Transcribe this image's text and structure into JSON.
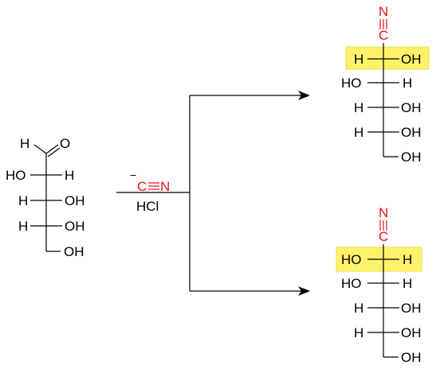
{
  "colors": {
    "nitrile": "#e8121c",
    "highlight": "#fff26a",
    "ink": "#000000"
  },
  "reactant": {
    "aldehyde_h": "H",
    "aldehyde_o": "O",
    "rows": [
      {
        "left": "HO",
        "right": "H"
      },
      {
        "left": "H",
        "right": "OH"
      },
      {
        "left": "H",
        "right": "OH"
      }
    ],
    "terminal": "OH"
  },
  "reagent": {
    "charge": "−",
    "cyanide_c": "C",
    "cyanide_n": "N",
    "acid": "HCl"
  },
  "products": [
    {
      "nitrile_n": "N",
      "nitrile_c": "C",
      "rows": [
        {
          "left": "H",
          "right": "OH",
          "highlighted": true
        },
        {
          "left": "HO",
          "right": "H"
        },
        {
          "left": "H",
          "right": "OH"
        },
        {
          "left": "H",
          "right": "OH"
        }
      ],
      "terminal": "OH"
    },
    {
      "nitrile_n": "N",
      "nitrile_c": "C",
      "rows": [
        {
          "left": "HO",
          "right": "H",
          "highlighted": true
        },
        {
          "left": "HO",
          "right": "H"
        },
        {
          "left": "H",
          "right": "OH"
        },
        {
          "left": "H",
          "right": "OH"
        }
      ],
      "terminal": "OH"
    }
  ]
}
